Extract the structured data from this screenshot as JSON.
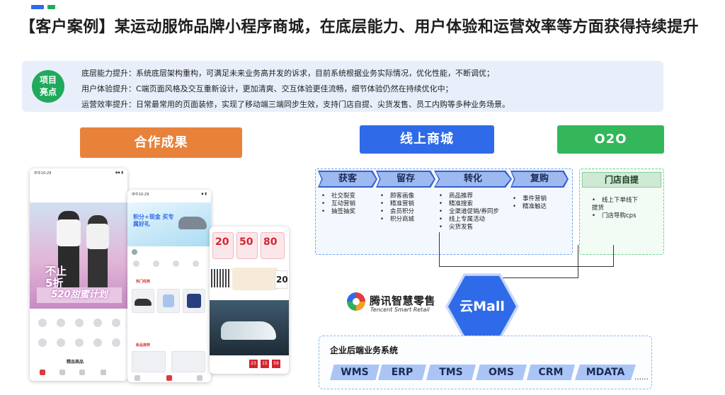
{
  "title": "【客户案例】某运动服饰品牌小程序商城，在底层能力、用户体验和运营效率等方面获得持续提升",
  "colors": {
    "blue_bar": "#2f6be8",
    "green_bar": "#20a95b",
    "orange": "#e8823a",
    "blue": "#2f6be8",
    "green": "#33b75a"
  },
  "highlights": {
    "badge": "项目亮点",
    "badge_line1": "项目",
    "badge_line2": "亮点",
    "lines": [
      "底层能力提升：系统底层架构重构，可满足未来业务高并发的诉求，目前系统根据业务实际情况，优化性能，不断调优；",
      "用户体验提升：C端页面风格及交互重新设计，更加清爽、交互体验更佳流畅，细节体验仍然在持续优化中；",
      "运营效率提升：日常最常用的页面装修，实现了移动端三端同步生效，支持门店自提、尖货发售、员工内购等多种业务场景。"
    ]
  },
  "sections": {
    "result": "合作成果",
    "online_mall": "线上商城",
    "o2o": "O2O"
  },
  "phones": {
    "phone1": {
      "status_time": "中午10:29",
      "banner_line1": "不止",
      "banner_line2": "5折",
      "promo": "520甜蜜计划",
      "bottom_label": "精品商品"
    },
    "phone2": {
      "status_time": "中午10:29",
      "banner": "积分+现金 买专属好礼",
      "section_hot": "热门经典",
      "section_new": "新品推荐"
    },
    "phone3": {
      "coupons": [
        "20",
        "50",
        "80"
      ],
      "countdown": [
        "23",
        "15",
        "59"
      ],
      "tag": "20"
    }
  },
  "mall_stages": [
    {
      "label": "获客",
      "items": [
        "社交裂变",
        "互动营销",
        "抽签抽奖"
      ]
    },
    {
      "label": "留存",
      "items": [
        "顾客画像",
        "精准营销",
        "会员积分",
        "积分商城"
      ]
    },
    {
      "label": "转化",
      "items": [
        "商品推荐",
        "精准搜索",
        "全渠道促销/券同步",
        "线上专属活动",
        "尖货发售"
      ]
    },
    {
      "label": "复购",
      "items": [
        "事件营销",
        "精准触达"
      ]
    }
  ],
  "store": {
    "label": "门店自提",
    "items": [
      "线上下单线下提货",
      "门店导购cps"
    ]
  },
  "logo": {
    "name": "腾讯智慧零售",
    "sub": "Tencent Smart Retail"
  },
  "cloud_mall": "云Mall",
  "backend": {
    "title": "企业后端业务系统",
    "systems": [
      "WMS",
      "ERP",
      "TMS",
      "OMS",
      "CRM",
      "MDATA"
    ],
    "more": "……"
  }
}
